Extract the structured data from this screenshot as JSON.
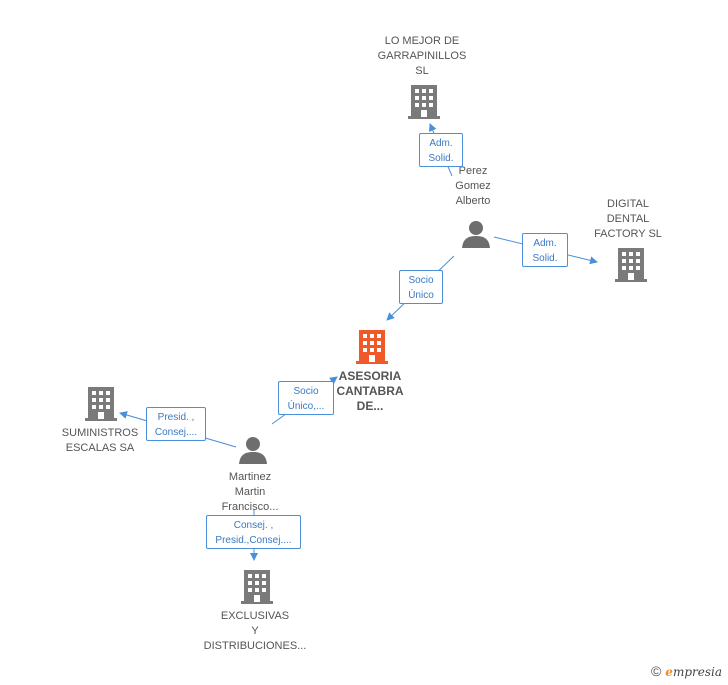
{
  "colors": {
    "building": "#7a7a7a",
    "focus_building": "#f05a28",
    "person": "#6e6e6e",
    "edge": "#4a8fd9"
  },
  "nodes": {
    "lo_mejor": "LO MEJOR DE\nGARRAPINILLOS\nSL",
    "perez": "Perez\nGomez\nAlberto",
    "digital": "DIGITAL\nDENTAL\nFACTORY SL",
    "asesoria": "ASESORIA\nCANTABRA\nDE...",
    "suministros": "SUMINISTROS\nESCALAS SA",
    "martinez": "Martinez\nMartin\nFrancisco...",
    "exclusivas": "EXCLUSIVAS\nY\nDISTRIBUCIONES..."
  },
  "edges": {
    "perez_lomejor": "Adm.\nSolid.",
    "perez_digital": "Adm.\nSolid.",
    "perez_asesoria": "Socio\nÚnico",
    "martinez_asesoria": "Socio\nÚnico,...",
    "martinez_suministros": "Presid. ,\nConsej....",
    "martinez_exclusivas": "Consej. ,\nPresid.,Consej...."
  },
  "footer": {
    "copyright": "©",
    "brand_e": "e",
    "brand_rest": "mpresia"
  }
}
